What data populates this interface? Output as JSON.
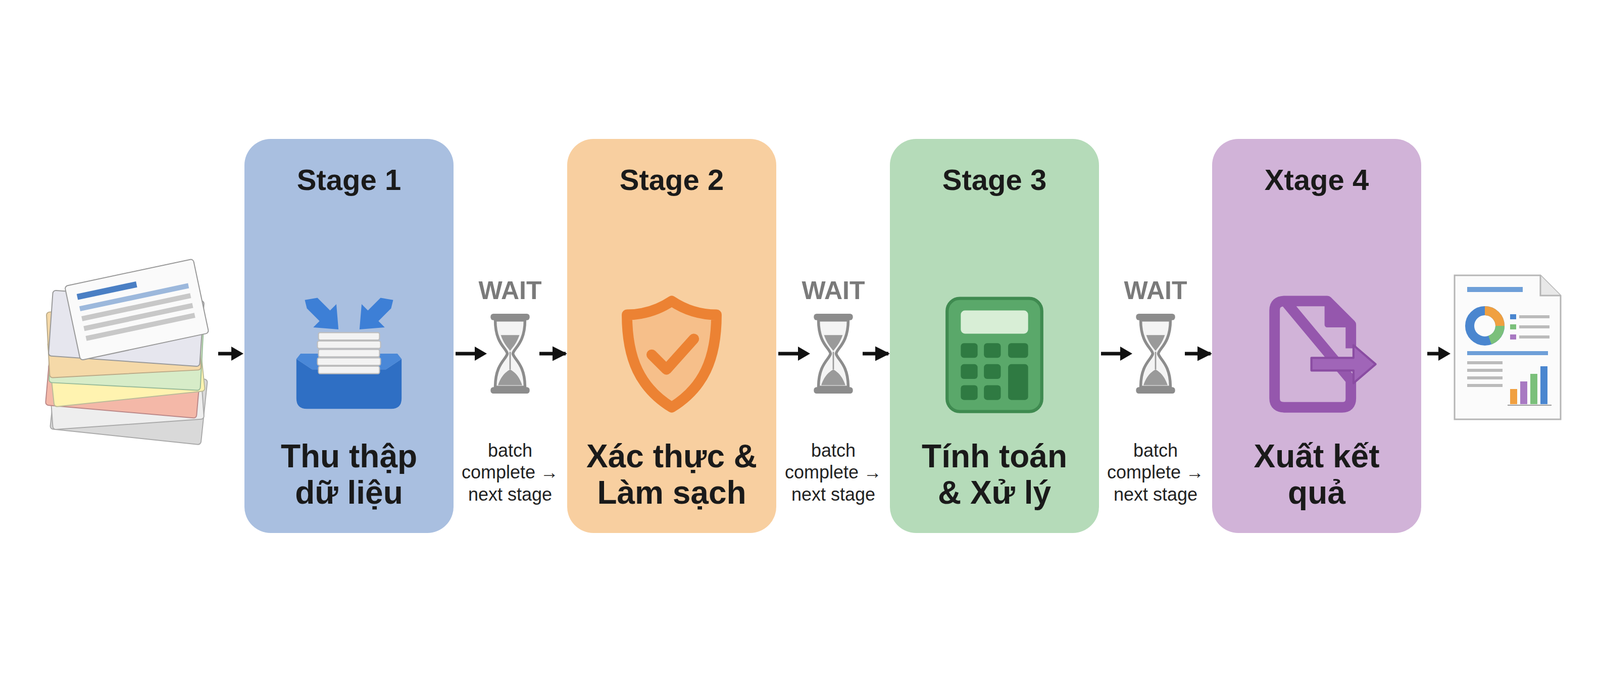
{
  "diagram": {
    "nodes": [
      {
        "text": [
          "Stage 1",
          "Thu thập dữ liệu"
        ]
      },
      {
        "text": [
          "Stage 2",
          "Xác thực & Làm sạch"
        ]
      },
      {
        "text": [
          "Stage 3",
          "Tính toán & Xử lý"
        ]
      },
      {
        "text": [
          "Xtage 4",
          "Xuất kết quả"
        ]
      }
    ],
    "edges": [
      {
        "from": 0,
        "to": 1,
        "arrow": "to"
      },
      {
        "from": 1,
        "to": 2,
        "arrow": "to"
      },
      {
        "from": 2,
        "to": 3,
        "arrow": "to"
      }
    ],
    "labels": [
      "WAIT",
      "batch complete → next stage",
      "WAIT",
      "batch complete → next stage",
      "WAIT",
      "batch complete → next stage"
    ]
  }
}
